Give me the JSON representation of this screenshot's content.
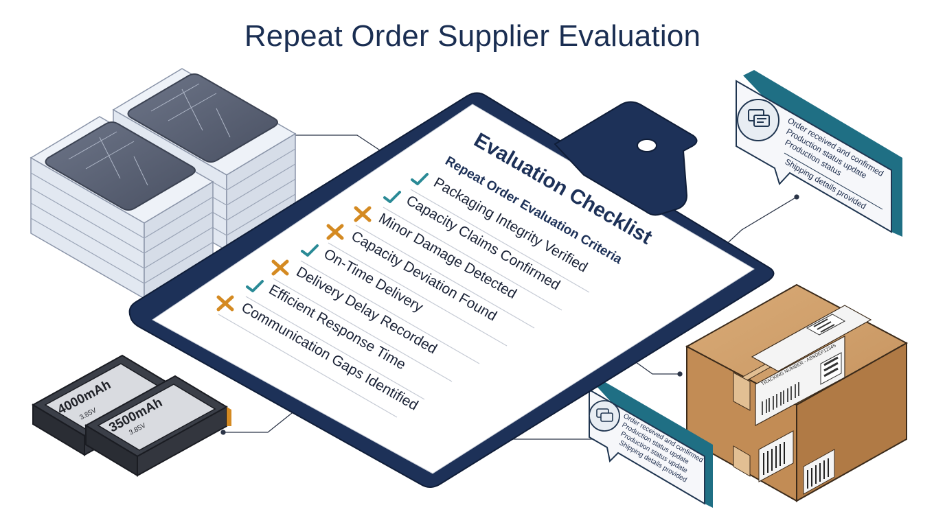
{
  "title": "Repeat Order Supplier Evaluation",
  "checklist": {
    "heading": "Evaluation Checklist",
    "subheading": "Repeat Order Evaluation Criteria",
    "items": [
      {
        "label": "Packaging Integrity Verified",
        "status": "pass"
      },
      {
        "label": "Capacity Claims Confirmed",
        "status": "pass"
      },
      {
        "label": "Minor Damage Detected",
        "status": "fail"
      },
      {
        "label": "Capacity Deviation Found",
        "status": "fail"
      },
      {
        "label": "On-Time Delivery",
        "status": "pass"
      },
      {
        "label": "Delivery Delay Recorded",
        "status": "fail"
      },
      {
        "label": "Efficient Response Time",
        "status": "pass"
      },
      {
        "label": "Communication Gaps Identified",
        "status": "fail"
      }
    ]
  },
  "message_top": {
    "lines": [
      "Order received and confirmed",
      "Production status update",
      "Production status",
      "Shipping details provided"
    ]
  },
  "message_bottom": {
    "lines": [
      "Order received and confirmed",
      "Production status update",
      "Production status update",
      "Shipping details provided"
    ]
  },
  "batteries": [
    {
      "capacity": "4000mAh",
      "voltage": "3.85V"
    },
    {
      "capacity": "3500mAh",
      "voltage": "3.85V"
    }
  ],
  "shipping_label": {
    "text": "TRACKING NUMBER - ABSDEF12345"
  },
  "colors": {
    "navy": "#1d3158",
    "pass": "#2a8a96",
    "fail": "#d48a22",
    "teal": "#1f6f84",
    "box": "#c9955f"
  },
  "icons": [
    "chat-bubble-icon",
    "check-icon",
    "cross-icon",
    "qr-code-icon",
    "barcode-icon"
  ]
}
